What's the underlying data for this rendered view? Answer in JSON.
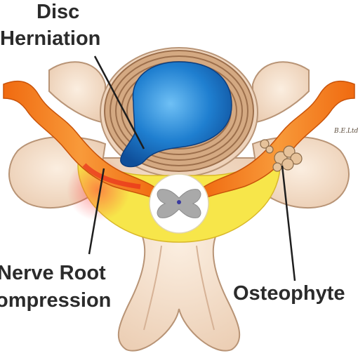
{
  "labels": {
    "disc_line1": "Disc",
    "disc_line2": "Herniation",
    "nerve_line1": "Nerve Root",
    "nerve_line2": "ompression",
    "osteophyte": "Osteophyte",
    "signature": "B.E.Ltd"
  },
  "colors": {
    "bone": "#f3dcc6",
    "bone_outline": "#b89476",
    "disc_ring": "#c79a73",
    "nucleus": "#1f7fd0",
    "nerve": "#f07a1c",
    "spinal_canal": "#f7e64a",
    "cord": "#b9b9b9",
    "label_text": "#2b2b2b"
  }
}
